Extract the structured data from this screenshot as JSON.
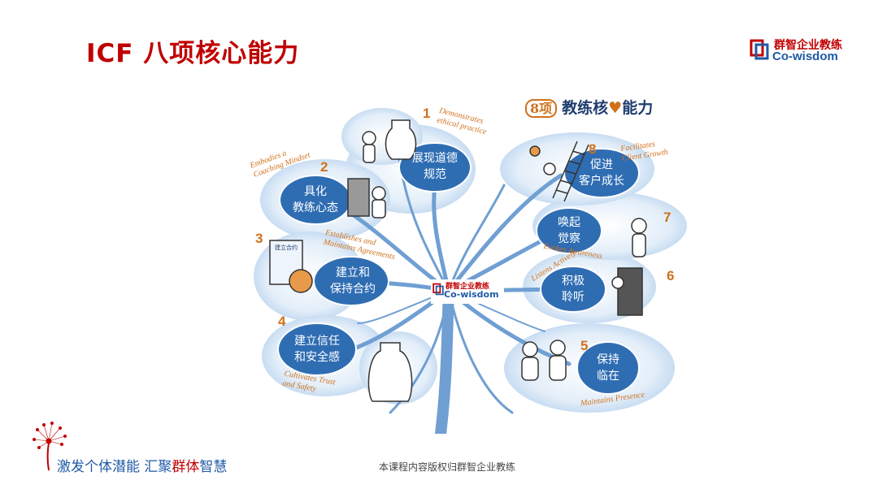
{
  "page": {
    "title": "ICF 八项核心能力"
  },
  "brand": {
    "name_cn": "群智企业教练",
    "name_en": "Co-wisdom",
    "red": "#c00000",
    "blue": "#1f5aa6"
  },
  "illustration": {
    "heading": {
      "number": "8项",
      "text_a": "教练核",
      "heart": "♥",
      "text_b": "能力"
    },
    "competencies": [
      {
        "num": "1",
        "cn_line1": "展现道德",
        "cn_line2": "规范",
        "en_line1": "Demonstrates",
        "en_line2": "ethical practice"
      },
      {
        "num": "2",
        "cn_line1": "具化",
        "cn_line2": "教练心态",
        "en_line1": "Embodies a",
        "en_line2": "Coaching Mindset"
      },
      {
        "num": "3",
        "cn_line1": "建立和",
        "cn_line2": "保持合约",
        "en_line1": "Establishes and",
        "en_line2": "Maintains Agreements"
      },
      {
        "num": "4",
        "cn_line1": "建立信任",
        "cn_line2": "和安全感",
        "en_line1": "Cultivates Trust",
        "en_line2": "and Safety"
      },
      {
        "num": "5",
        "cn_line1": "保持",
        "cn_line2": "临在",
        "en_line1": "Maintains Presence",
        "en_line2": ""
      },
      {
        "num": "6",
        "cn_line1": "积极",
        "cn_line2": "聆听",
        "en_line1": "Listens Actively",
        "en_line2": ""
      },
      {
        "num": "7",
        "cn_line1": "唤起",
        "cn_line2": "觉察",
        "en_line1": "Evokes Awareness",
        "en_line2": ""
      },
      {
        "num": "8",
        "cn_line1": "促进",
        "cn_line2": "客户成长",
        "en_line1": "Facilitates",
        "en_line2": "Client Growth"
      }
    ],
    "sign_label": "建立合约",
    "center_logo": {
      "cn": "群智企业教练",
      "en": "Co-wisdom"
    }
  },
  "footer": {
    "slogan_a": "激发个体潜能  汇聚",
    "slogan_hl": "群体",
    "slogan_b": "智慧",
    "copyright": "本课程内容版权归群智企业教练"
  }
}
